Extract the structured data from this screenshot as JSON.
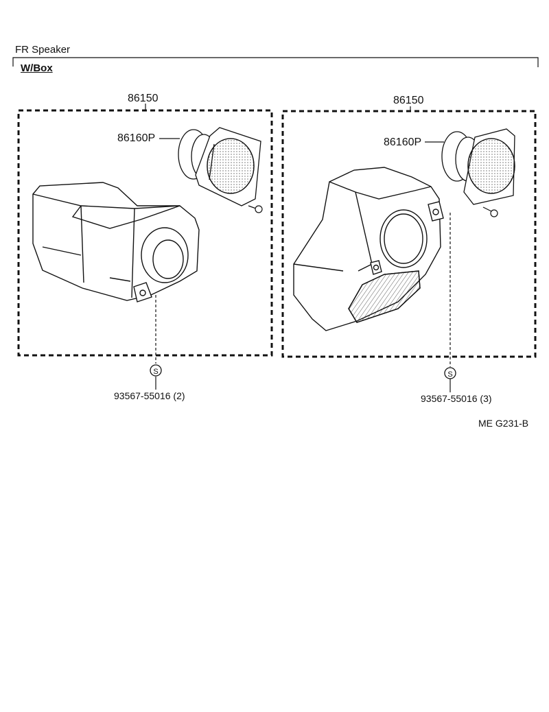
{
  "header": {
    "title": "FR Speaker",
    "variant": "W/Box"
  },
  "assemblies": [
    {
      "box_part": "86150",
      "speaker_part": "86160P",
      "screw_part": "93567-55016 (2)",
      "screw_symbol": "S"
    },
    {
      "box_part": "86150",
      "speaker_part": "86160P",
      "screw_part": "93567-55016 (3)",
      "screw_symbol": "S"
    }
  ],
  "footer": {
    "diagram_code": "ME  G231-B"
  }
}
